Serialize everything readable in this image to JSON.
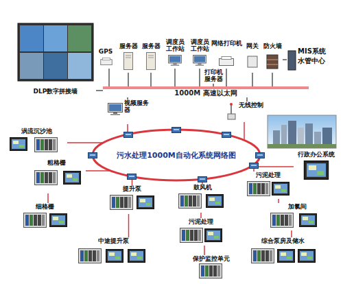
{
  "diagram": {
    "nodes": [
      {
        "text": [
          "GPS"
        ]
      },
      {
        "text": [
          "服务器"
        ]
      },
      {
        "text": [
          "服务器"
        ]
      },
      {
        "text": [
          "调度员工作站"
        ]
      },
      {
        "text": [
          "调度员工作站"
        ]
      },
      {
        "text": [
          "网络打印机"
        ]
      },
      {
        "text": [
          "网关"
        ]
      },
      {
        "text": [
          "防火墙"
        ]
      },
      {
        "text": [
          "MIS系统",
          "水管中心"
        ]
      },
      {
        "text": [
          "DLP数字拼接墙"
        ]
      },
      {
        "text": [
          "打印机服务器"
        ]
      },
      {
        "text": [
          "1000M 高速以太网"
        ]
      },
      {
        "text": [
          "视频服务器"
        ]
      },
      {
        "text": [
          "无线控制"
        ]
      },
      {
        "text": [
          "污水处理1000M自动化系统网络图"
        ]
      },
      {
        "text": [
          "涡流沉沙池"
        ]
      },
      {
        "text": [
          "粗格栅"
        ]
      },
      {
        "text": [
          "提升泵"
        ]
      },
      {
        "text": [
          "鼓风机"
        ]
      },
      {
        "text": [
          "污泥处理"
        ]
      },
      {
        "text": [
          "行政办公系统"
        ]
      },
      {
        "text": [
          "细格栅"
        ]
      },
      {
        "text": [
          "污泥处理"
        ]
      },
      {
        "text": [
          "加氯间"
        ]
      },
      {
        "text": [
          "综合泵房及储水"
        ]
      },
      {
        "text": [
          "中途提升泵"
        ]
      },
      {
        "text": [
          "保护监控单元"
        ]
      }
    ],
    "edges": [
      {
        "from": 0,
        "to": 11,
        "arrow": "none"
      },
      {
        "from": 1,
        "to": 11,
        "arrow": "none"
      },
      {
        "from": 2,
        "to": 11,
        "arrow": "none"
      },
      {
        "from": 3,
        "to": 11,
        "arrow": "none"
      },
      {
        "from": 4,
        "to": 11,
        "arrow": "none"
      },
      {
        "from": 5,
        "to": 11,
        "arrow": "none"
      },
      {
        "from": 6,
        "to": 11,
        "arrow": "none"
      },
      {
        "from": 7,
        "to": 11,
        "arrow": "none"
      },
      {
        "from": 7,
        "to": 8,
        "arrow": "none"
      },
      {
        "from": 9,
        "to": 11,
        "arrow": "none"
      },
      {
        "from": 10,
        "to": 11,
        "arrow": "none"
      },
      {
        "from": 11,
        "to": 12,
        "arrow": "none"
      },
      {
        "from": 12,
        "to": 14,
        "arrow": "none"
      },
      {
        "from": 11,
        "to": 13,
        "arrow": "none"
      },
      {
        "from": 13,
        "to": 14,
        "arrow": "none"
      },
      {
        "from": 14,
        "to": 15,
        "arrow": "none"
      },
      {
        "from": 14,
        "to": 16,
        "arrow": "none"
      },
      {
        "from": 14,
        "to": 17,
        "arrow": "none"
      },
      {
        "from": 14,
        "to": 18,
        "arrow": "none"
      },
      {
        "from": 14,
        "to": 19,
        "arrow": "none"
      },
      {
        "from": 14,
        "to": 20,
        "arrow": "none"
      },
      {
        "from": 16,
        "to": 21,
        "arrow": "none"
      },
      {
        "from": 17,
        "to": 25,
        "arrow": "none"
      },
      {
        "from": 18,
        "to": 22,
        "arrow": "none"
      },
      {
        "from": 22,
        "to": 26,
        "arrow": "none"
      },
      {
        "from": 19,
        "to": 23,
        "arrow": "none"
      },
      {
        "from": 23,
        "to": 24,
        "arrow": "none"
      }
    ]
  }
}
